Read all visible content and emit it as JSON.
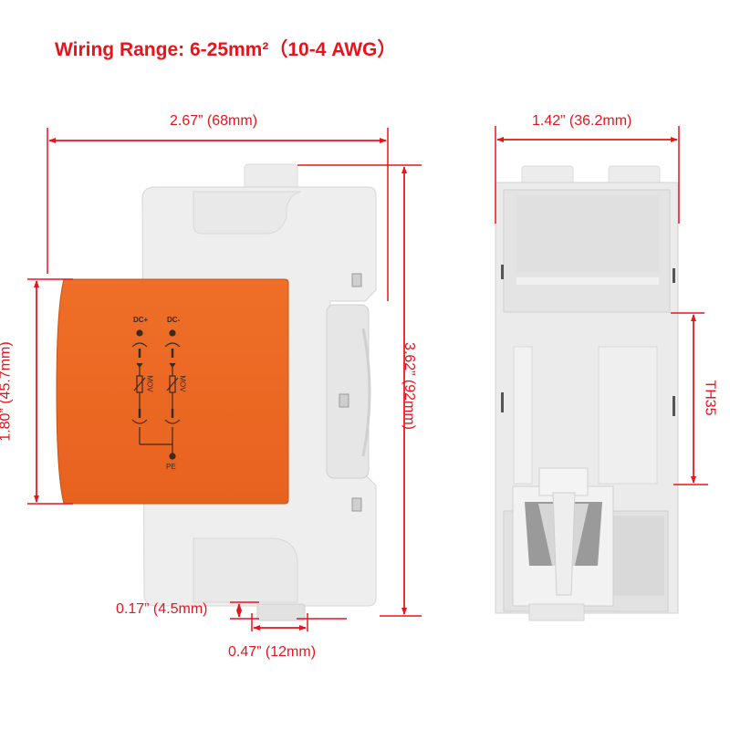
{
  "title": "Wiring Range: 6-25mm²（10-4 AWG）",
  "colors": {
    "dimension": "#e8141b",
    "housing": "#ececec",
    "housing_edge": "#d4d4d4",
    "cover": "#ec6a26",
    "schematic": "#3a2a20"
  },
  "side_view": {
    "width_label": "2.67” (68mm)",
    "height_label": "3.62” (92mm)",
    "cover_height_label": "1.80” (45.7mm)",
    "foot_height_label": "0.17” (4.5mm)",
    "foot_width_label": "0.47” (12mm)",
    "schematic": {
      "terminal_left": "DC+",
      "terminal_right": "DC-",
      "component_left": "MOV",
      "component_right": "MOV",
      "ground": "PE"
    }
  },
  "front_view": {
    "width_label": "1.42” (36.2mm)",
    "rail_label": "TH35"
  }
}
